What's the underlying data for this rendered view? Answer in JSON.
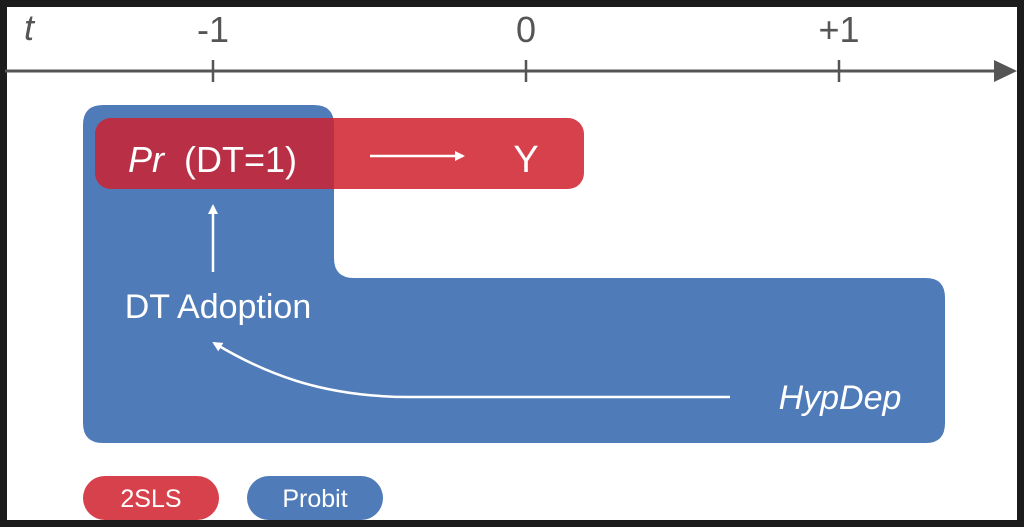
{
  "timeline": {
    "axis_symbol": "t",
    "ticks": [
      {
        "label": "-1",
        "t": -1
      },
      {
        "label": "0",
        "t": 0
      },
      {
        "label": "+1",
        "t": 1
      }
    ]
  },
  "diagram": {
    "pr_italic": "Pr",
    "pr_rest": "(DT=1)",
    "outcome": "Y",
    "adoption": "DT Adoption",
    "instrument": "HypDep"
  },
  "legend": {
    "items": [
      {
        "label": "2SLS",
        "color": "#d7414b"
      },
      {
        "label": "Probit",
        "color": "#4f7bb8"
      }
    ]
  },
  "colors": {
    "red": "#d7414b",
    "blue": "#4f7bb8",
    "overlap": "#b92f46",
    "axis": "#555555"
  }
}
